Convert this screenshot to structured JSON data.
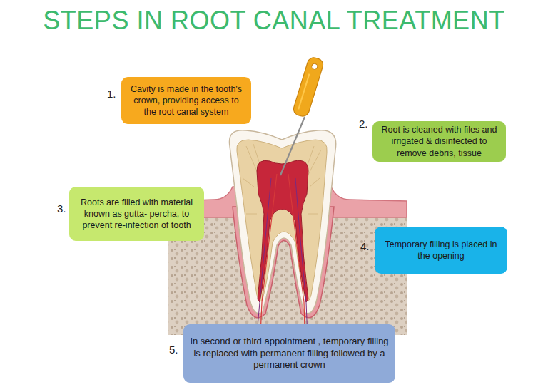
{
  "diagram": {
    "title": "STEPS IN ROOT CANAL TREATMENT",
    "nodes": [
      {
        "text": [
          "Cavity is made in the tooth's crown, providing access to the root canal system"
        ]
      },
      {
        "text": [
          "Root is cleaned with files and irrigated & disinfected to remove debris, tissue"
        ]
      },
      {
        "text": [
          "Roots are filled with material known as gutta- percha, to prevent re-infection of tooth"
        ]
      },
      {
        "text": [
          "Temporary filling is placed in the opening"
        ]
      },
      {
        "text": [
          "In second or third appointment , temporary filling is replaced with permanent filling followed by a permanent crown"
        ]
      }
    ],
    "labels": [
      "1.",
      "2.",
      "3.",
      "4.",
      "5."
    ]
  }
}
